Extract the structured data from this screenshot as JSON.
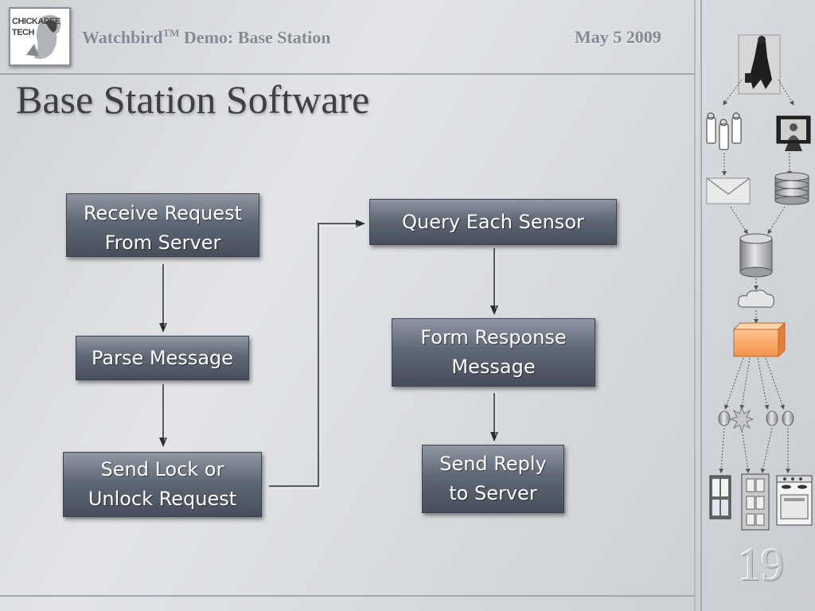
{
  "header": {
    "title_main": "Watchbird",
    "title_tm": "TM",
    "title_rest": " Demo: Base Station",
    "date": "May 5 2009",
    "logo_line1": "CHICKADEE",
    "logo_line2": "TECH"
  },
  "slide": {
    "title": "Base Station Software",
    "page_number": "19"
  },
  "flow": {
    "receive": "Receive Request\nFrom Server",
    "parse": "Parse Message",
    "send_lock": "Send Lock or\nUnlock Request",
    "query": "Query Each Sensor",
    "form": "Form Response\nMessage",
    "reply": "Send Reply\nto Server"
  },
  "sidebar": {
    "icons": [
      "person-photo",
      "tags-icon",
      "monitor-icon",
      "mail-icon",
      "database-stack-icon",
      "server-cylinder-icon",
      "cloud-icon",
      "base-station-box-icon",
      "sensor-node-icon",
      "window-icon",
      "door-icon",
      "stove-icon"
    ],
    "accent_color": "#f7a45f"
  }
}
